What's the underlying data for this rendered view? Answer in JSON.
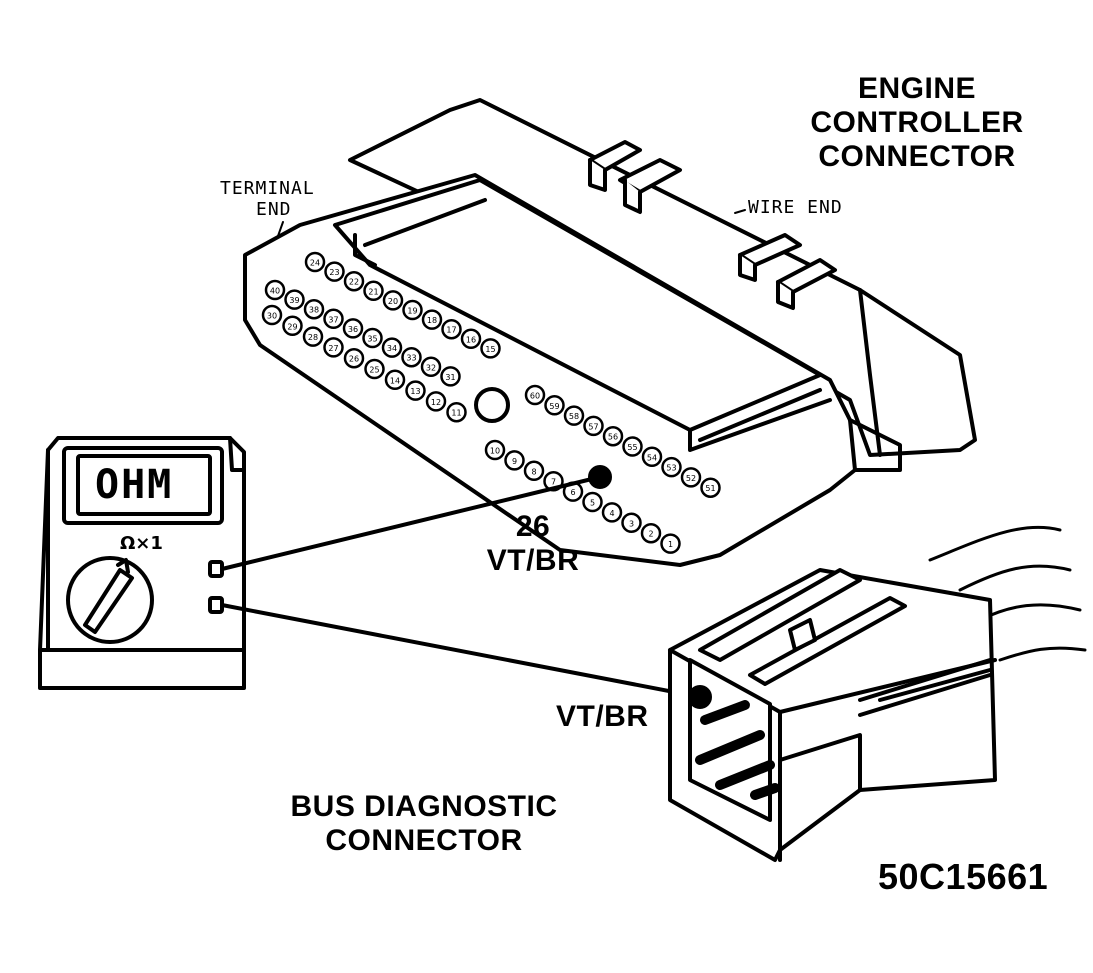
{
  "labels": {
    "engine_controller_line1": "ENGINE",
    "engine_controller_line2": "CONTROLLER",
    "engine_controller_line3": "CONNECTOR",
    "terminal_end_line1": "TERMINAL",
    "terminal_end_line2": "END",
    "wire_end": "WIRE END",
    "pin_number": "26",
    "pin_wire_color": "VT/BR",
    "bus_wire_color": "VT/BR",
    "bus_diag_line1": "BUS DIAGNOSTIC",
    "bus_diag_line2": "CONNECTOR",
    "figure_code": "50C15661"
  },
  "meter": {
    "display": "OHM",
    "range": "Ω×1"
  },
  "pins_upper_row": [
    "24",
    "23",
    "22",
    "21",
    "20",
    "19",
    "18",
    "17",
    "16",
    "15"
  ],
  "pins_mid_row": [
    "40",
    "39",
    "38",
    "37",
    "36",
    "35",
    "34",
    "33",
    "32",
    "31"
  ],
  "pins_low_row": [
    "30",
    "29",
    "28",
    "27",
    "26",
    "25",
    "14",
    "13",
    "12",
    "11"
  ],
  "pins_right_top": [
    "60",
    "59",
    "58",
    "57",
    "56",
    "55",
    "54",
    "53",
    "52",
    "51"
  ],
  "pins_right_bottom": [
    "10",
    "9",
    "8",
    "7",
    "6",
    "5",
    "4",
    "3",
    "2",
    "1"
  ],
  "colors": {
    "ink": "#000000",
    "paper": "#ffffff"
  }
}
